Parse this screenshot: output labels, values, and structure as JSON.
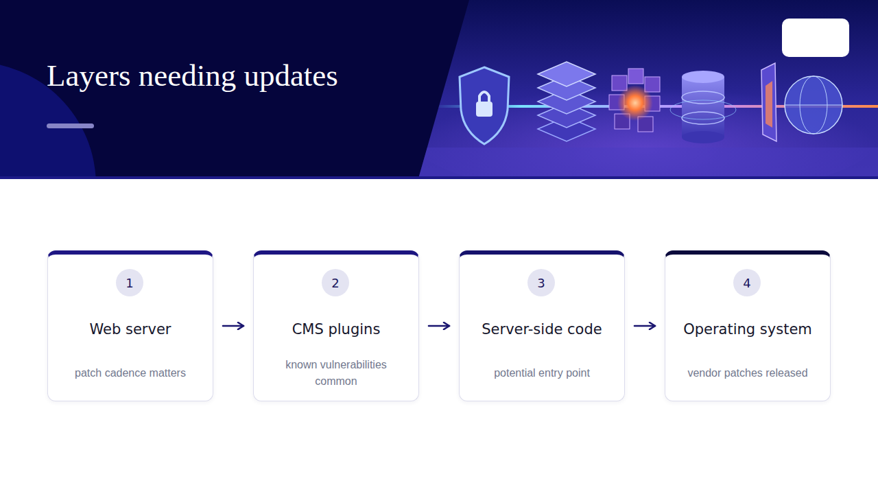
{
  "diagram": {
    "title": "Layers needing updates",
    "nodes": [
      {
        "text": [
          "Web server",
          "patch cadence matters"
        ]
      },
      {
        "text": [
          "1"
        ],
        "in": 0
      },
      {
        "text": [
          "CMS plugins",
          "known vulnerabilities common"
        ]
      },
      {
        "text": [
          "2"
        ],
        "in": 2
      },
      {
        "text": [
          "Server-side code",
          "potential entry point"
        ]
      },
      {
        "text": [
          "3"
        ],
        "in": 4
      },
      {
        "text": [
          "Operating system",
          "vendor patches released"
        ]
      },
      {
        "text": [
          "4"
        ],
        "in": 6
      }
    ],
    "edges": [
      {
        "from": 0,
        "to": 2,
        "arrow": "to"
      },
      {
        "from": 2,
        "to": 4,
        "arrow": "to"
      },
      {
        "from": 4,
        "to": 6,
        "arrow": "to"
      }
    ]
  }
}
